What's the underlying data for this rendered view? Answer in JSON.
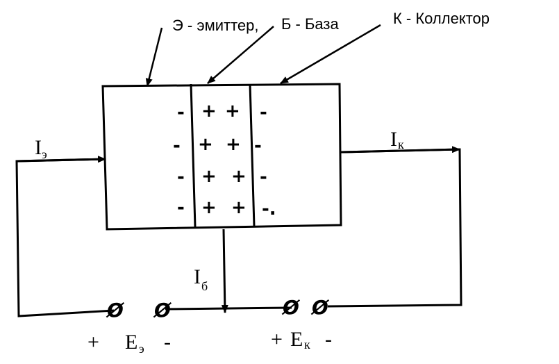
{
  "labels": {
    "emitter": "Э - эмиттер,",
    "base": "Б - База",
    "collector": "К - Коллектор"
  },
  "currents": {
    "emitter": {
      "main": "I",
      "sub": "э"
    },
    "collector": {
      "main": "I",
      "sub": "к"
    },
    "base": {
      "main": "I",
      "sub": "б"
    }
  },
  "sources": {
    "emitter": {
      "plus": "+",
      "main": "E",
      "sub": "э",
      "minus": "-"
    },
    "collector": {
      "plus": "+",
      "main": "E",
      "sub": "к",
      "minus": "-"
    }
  },
  "terminal_symbol": "Ø",
  "charges": {
    "emitter_side": [
      "-",
      "-",
      "-",
      "-"
    ],
    "base_rows": [
      [
        "+",
        "+"
      ],
      [
        "+",
        "+"
      ],
      [
        "+",
        "+"
      ],
      [
        "+",
        "+"
      ]
    ],
    "collector_side": [
      "-",
      "-",
      "-",
      "-."
    ]
  }
}
